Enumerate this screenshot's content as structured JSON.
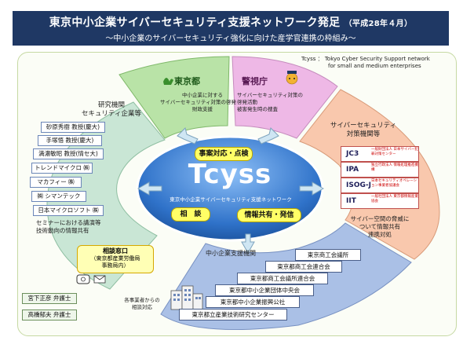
{
  "header": {
    "title": "東京中小企業サイバーセキュリティ支援ネットワーク発足",
    "title_date": "（平成28年４月）",
    "subtitle": "～中小企業のサイバーセキュリティ強化に向けた産学官連携の枠組み～"
  },
  "legend": {
    "line1": "Tcyss ： Tokyo Cyber Security Support network",
    "line2": "for small and medium enterprises"
  },
  "center": {
    "name": "Tcyss",
    "full_name": "東京中小企業サイバーセキュリティ支援ネットワーク",
    "functions": [
      "事案対応・点検",
      "相　談",
      "情報共有・発信"
    ]
  },
  "segments": {
    "tokyo": {
      "title": "東京都",
      "desc": [
        "中小企業に対する",
        "サイバーセキュリティ対策の啓発",
        "財政支援"
      ]
    },
    "police": {
      "title": "警視庁",
      "desc": [
        "サイバーセキュリティ対策の",
        "啓発活動",
        "被害発生時の捜査"
      ]
    },
    "research": {
      "title": [
        "研究機関",
        "セキュリティ企業等"
      ],
      "members": [
        "砂原秀樹 教授(慶大)",
        "手塚悟 教授(慶大)",
        "満濃敏昭 教授(情セ大)",
        "トレンドマイクロ ㈱",
        "マカフィー ㈱",
        "㈱ シマンテック",
        "日本マイクロソフト ㈱"
      ],
      "desc": [
        "セミナーにおける講演等",
        "技術動向の情報共有"
      ]
    },
    "security": {
      "title": [
        "サイバーセキュリティ",
        "対策機関等"
      ],
      "members": [
        {
          "name": "JC3",
          "note": "一般財団法人 日本サイバー犯罪対策センター"
        },
        {
          "name": "IPA",
          "note": "独立行政法人 情報処理推進機構"
        },
        {
          "name": "ISOG-J",
          "note": "日本セキュリティオペレーション事業者協議会"
        },
        {
          "name": "IIT",
          "note": "一般社団法人 東京都情報産業協会"
        }
      ],
      "desc": [
        "サイバー空間の脅威に",
        "ついて情報共有",
        "連携対処"
      ]
    },
    "sme": {
      "title": "中小企業支援機関",
      "members": [
        "東京商工会議所",
        "東京都商工会連合会",
        "東京都商工会議所連合会",
        "東京都中小企業団体中央会",
        "東京都中小企業振興公社",
        "東京都立産業技術研究センター"
      ],
      "note": [
        "各事業者からの",
        "相談対応"
      ]
    },
    "consult": {
      "title": "相談窓口",
      "body": [
        "（東京都産業労働局",
        "事務局内）"
      ]
    },
    "lawyers": [
      "宮下正彦 弁護士",
      "高橋郁夫 弁護士"
    ]
  },
  "colors": {
    "header_bg": "#1f3864",
    "tokyo": "#b9e3a7",
    "police": "#eeb8e6",
    "security": "#f9c8ad",
    "sme": "#aac0e6",
    "research": "#c9e6d5",
    "center": "#2f72c9",
    "pill": "#ffff66"
  },
  "icons": [
    "phone-icon",
    "mail-icon",
    "building-icon",
    "arrow-icon",
    "tokyo-emblem-icon",
    "police-mascot-icon"
  ]
}
